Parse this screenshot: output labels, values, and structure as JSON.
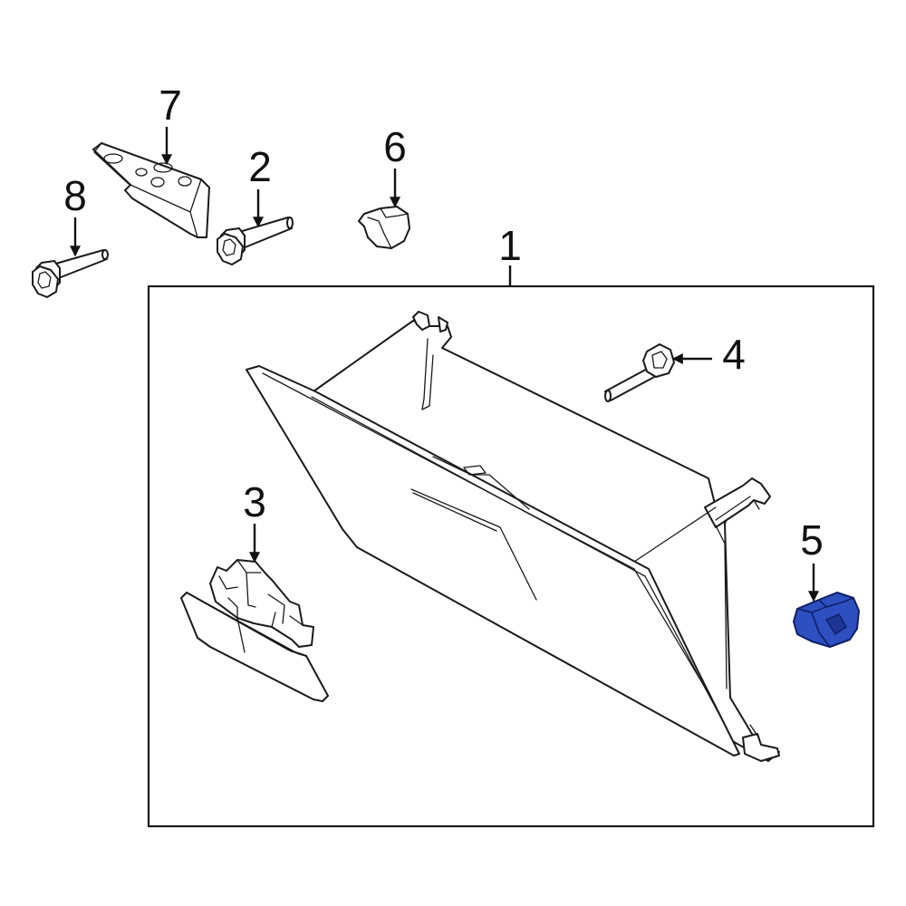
{
  "diagram": {
    "colors": {
      "line": "#1a1a1a",
      "highlight": "#2d4fbf",
      "highlight_dark": "#1d3594",
      "background": "#ffffff"
    },
    "callouts": [
      {
        "id": "1",
        "label": "1",
        "part": "glove-box-assembly"
      },
      {
        "id": "2",
        "label": "2",
        "part": "bolt"
      },
      {
        "id": "3",
        "label": "3",
        "part": "latch"
      },
      {
        "id": "4",
        "label": "4",
        "part": "bolt"
      },
      {
        "id": "5",
        "label": "5",
        "part": "stop-bumper",
        "highlighted": true
      },
      {
        "id": "6",
        "label": "6",
        "part": "bumper"
      },
      {
        "id": "7",
        "label": "7",
        "part": "bracket"
      },
      {
        "id": "8",
        "label": "8",
        "part": "bolt"
      }
    ]
  }
}
